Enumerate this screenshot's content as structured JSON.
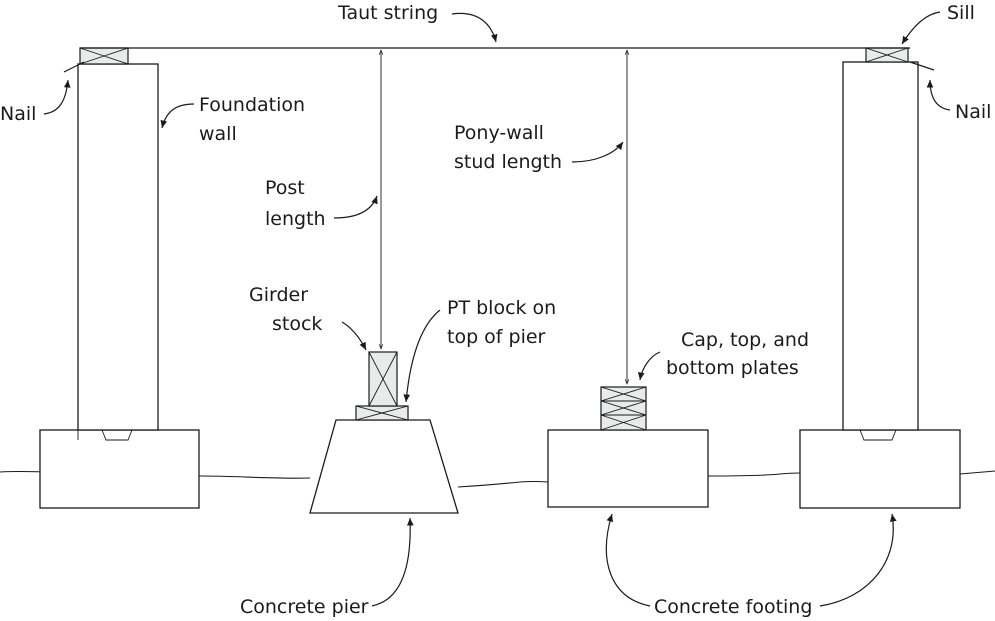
{
  "labels": {
    "taut_string": "Taut string",
    "sill": "Sill",
    "nail_left": "Nail",
    "nail_right": "Nail",
    "foundation_wall_1": "Foundation",
    "foundation_wall_2": "wall",
    "post_length_1": "Post",
    "post_length_2": "length",
    "pony_wall_1": "Pony-wall",
    "pony_wall_2": "stud length",
    "girder_stock_1": "Girder",
    "girder_stock_2": "stock",
    "pt_block_1": "PT block on",
    "pt_block_2": "top of pier",
    "cap_plates_1": "Cap, top, and",
    "cap_plates_2": "bottom plates",
    "concrete_pier": "Concrete pier",
    "concrete_footing": "Concrete footing"
  }
}
